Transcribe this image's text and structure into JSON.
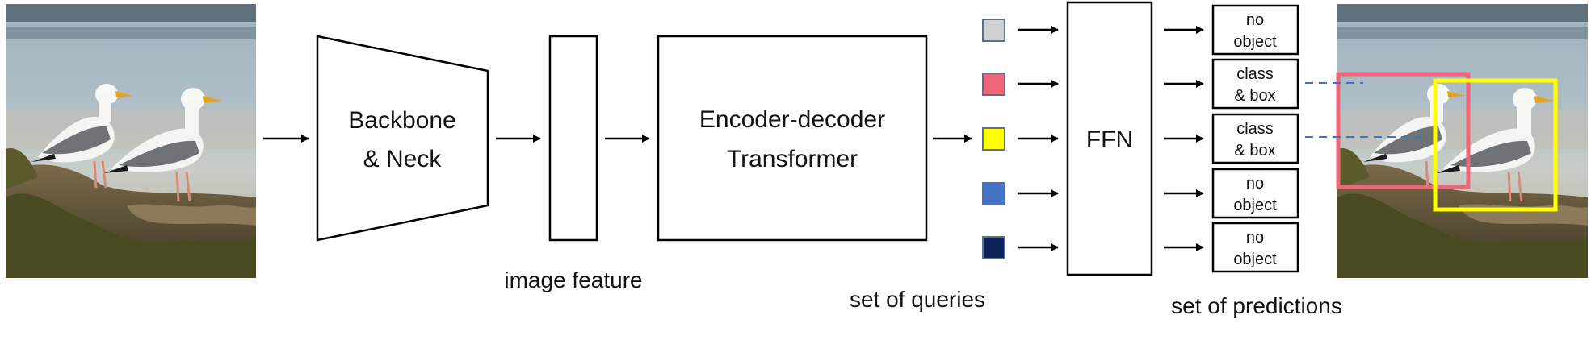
{
  "diagram": {
    "backbone_label": [
      "Backbone",
      "& Neck"
    ],
    "transformer_label": [
      "Encoder-decoder",
      "Transformer"
    ],
    "ffn_label": "FFN",
    "captions": {
      "image_feature": "image feature",
      "queries": "set of queries",
      "predictions": "set of predictions"
    },
    "queries": [
      {
        "color": "#d0d0d0"
      },
      {
        "color": "#ee6677"
      },
      {
        "color": "#ffff00"
      },
      {
        "color": "#4472c4"
      },
      {
        "color": "#0b2158"
      }
    ],
    "predictions": [
      {
        "lines": [
          "no",
          "object"
        ]
      },
      {
        "lines": [
          "class",
          "& box"
        ]
      },
      {
        "lines": [
          "class",
          "& box"
        ]
      },
      {
        "lines": [
          "no",
          "object"
        ]
      },
      {
        "lines": [
          "no",
          "object"
        ]
      }
    ],
    "box_colors": {
      "pink": "#ee6677",
      "yellow": "#ffff00",
      "dashed_link": "#4472c4"
    }
  }
}
